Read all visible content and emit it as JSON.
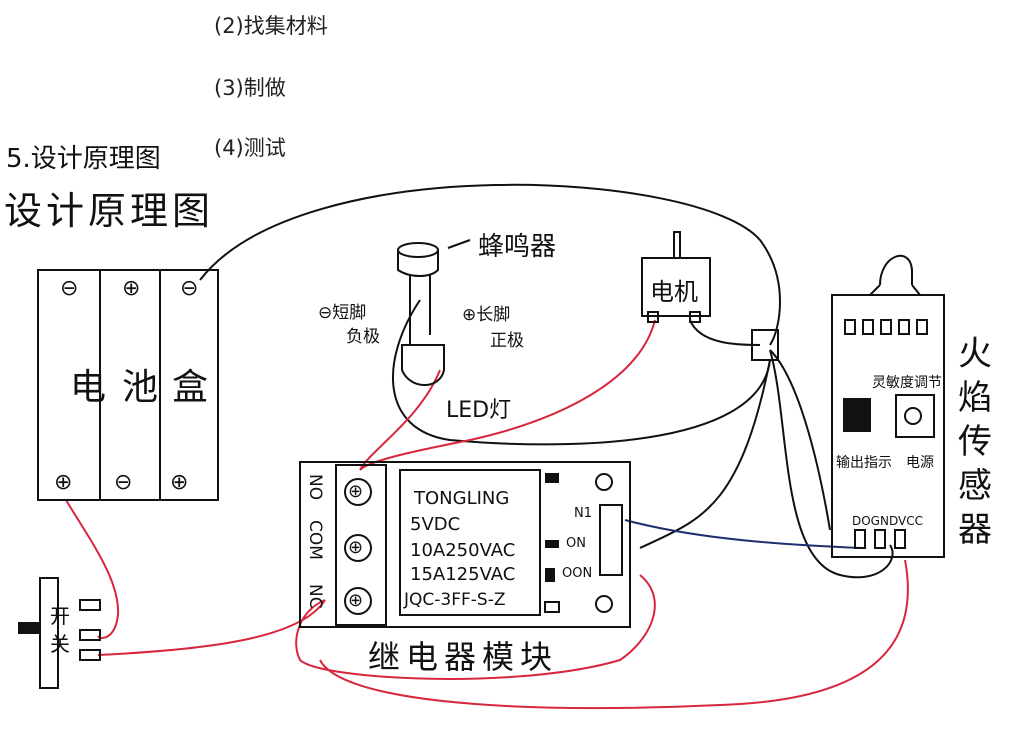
{
  "steps": [
    "(2)找集材料",
    "(3)制做",
    "(4)测试"
  ],
  "section_heading": "5.设计原理图",
  "title": "设计原理图",
  "battery": {
    "label_chars": [
      "电",
      "池",
      "盒"
    ],
    "top_terminals": [
      "⊖",
      "⊕",
      "⊖"
    ],
    "bottom_terminals": [
      "⊕",
      "⊖",
      "⊕"
    ]
  },
  "switch": {
    "label_chars": [
      "开",
      "关"
    ]
  },
  "buzzer": {
    "label": "蜂鸣器"
  },
  "led": {
    "neg_label": [
      "⊖短脚",
      "负极"
    ],
    "pos_label": [
      "⊕长脚",
      "正极"
    ],
    "label": "LED灯"
  },
  "motor": {
    "label": "电机"
  },
  "relay": {
    "left_labels": [
      "NO",
      "COM",
      "NC"
    ],
    "terminal_symbols": [
      "⊕",
      "⊕",
      "⊕"
    ],
    "body_lines": [
      "TONGLING",
      "5VDC",
      "10A250VAC",
      "15A125VAC",
      "JQC-3FF-S-Z"
    ],
    "pin_labels": [
      "N1",
      "ON",
      "OON"
    ],
    "title": "继电器模块"
  },
  "flame_sensor": {
    "label_chars": [
      "火",
      "焰",
      "传",
      "感",
      "器"
    ],
    "sensitivity_label": "灵敏度调节",
    "output_label": "输出指示",
    "power_label": "电源",
    "pin_labels": "DOGNDVCC"
  },
  "colors": {
    "red_wire": "#d7263d",
    "blue_wire": "#1d2f6f",
    "ink": "#111111"
  }
}
